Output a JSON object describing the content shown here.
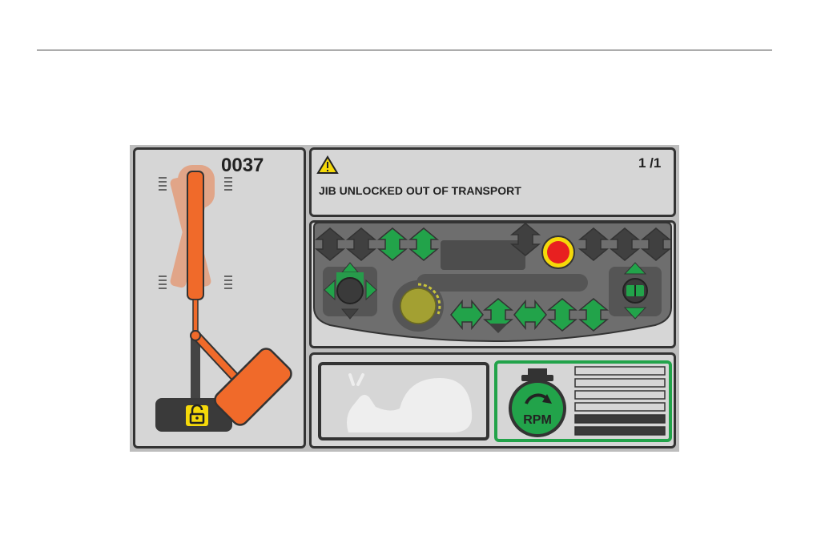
{
  "alarm": {
    "code": "0037",
    "page_indicator": "1 /1",
    "message": "JIB UNLOCKED OUT OF TRANSPORT",
    "warning_icon": "warning-triangle-icon"
  },
  "speed_mode": {
    "icon": "snail-icon"
  },
  "engine": {
    "rpm_label": "RPM",
    "icon": "engine-rpm-icon",
    "rpm_bars_total": 6,
    "rpm_bars_active": 2
  },
  "colors": {
    "accent_green": "#22a34a",
    "machine_orange": "#f06a2a",
    "lock_yellow": "#f5d90a",
    "stop_red": "#e82020",
    "dark_arrow": "#404040"
  }
}
